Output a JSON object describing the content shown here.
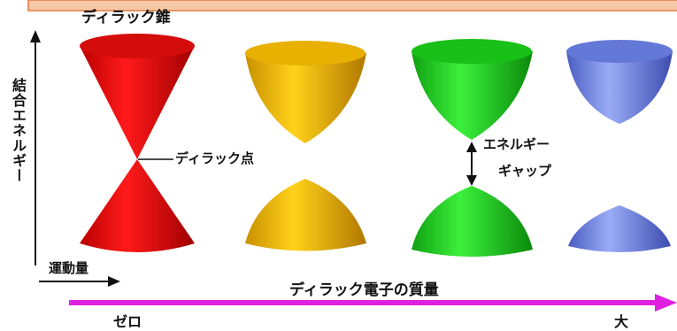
{
  "title": "ディラック錐",
  "y_axis_label": "結合エネルギー",
  "momentum_label": "運動量",
  "mass_axis_label": "ディラック電子の質量",
  "mass_axis_start": "ゼロ",
  "mass_axis_end": "大",
  "dirac_point_label": "ディラック点",
  "energy_gap_label_line1": "エネルギー",
  "energy_gap_label_line2": "ギャップ",
  "colors": {
    "header_bar_fill": "#f6c9a8",
    "header_bar_border": "#e07b3c",
    "mass_arrow": "#e020e0",
    "cone_red": "#e81010",
    "cone_yellow": "#f0c000",
    "cone_green": "#20d020",
    "cone_blue": "#7088e0"
  },
  "panels": [
    {
      "name": "zero-mass-cone",
      "color": "red",
      "gap": "none"
    },
    {
      "name": "small-gap",
      "color": "yellow",
      "gap": "small"
    },
    {
      "name": "medium-gap",
      "color": "green",
      "gap": "medium"
    },
    {
      "name": "large-gap",
      "color": "blue",
      "gap": "large"
    }
  ]
}
